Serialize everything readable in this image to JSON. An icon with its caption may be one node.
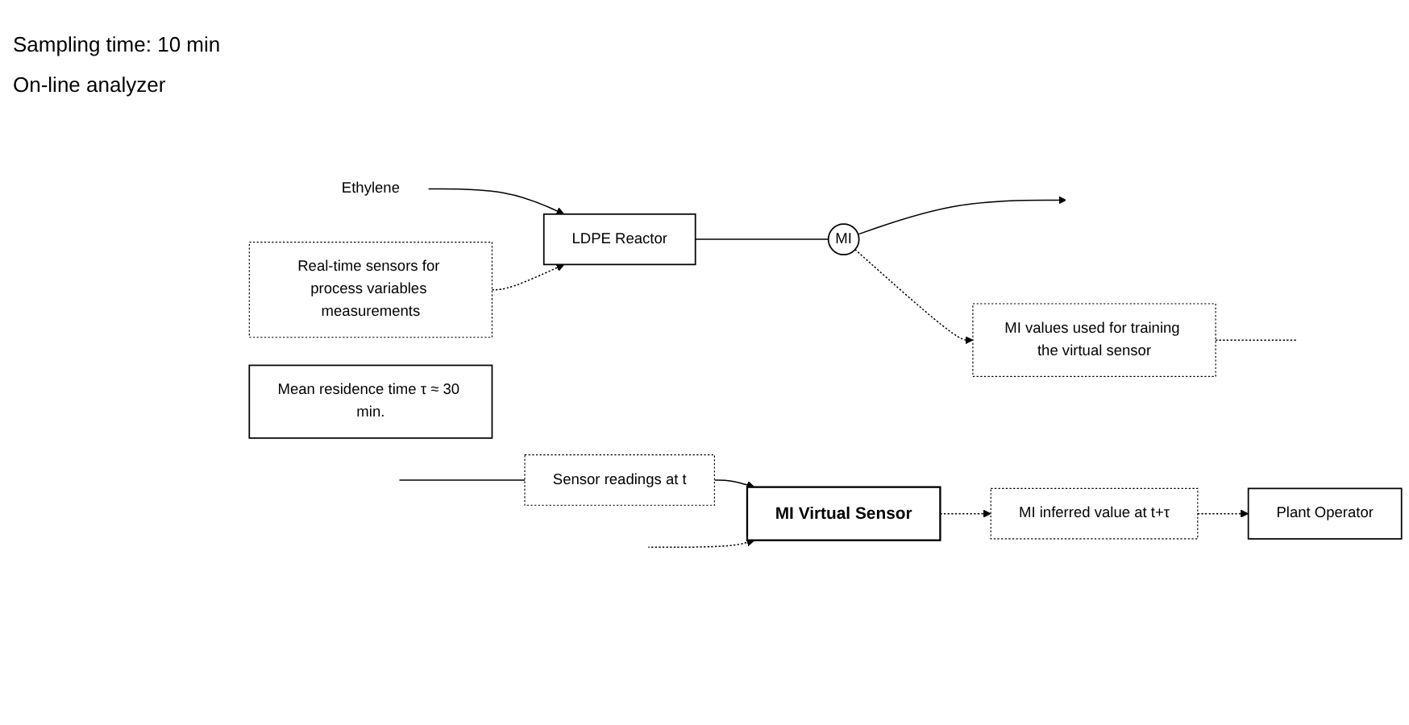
{
  "diagram": {
    "nodes": [
      {
        "text": [
          "Real-time sensors for process variables measurements"
        ]
      },
      {
        "text": [
          "Ethylene"
        ]
      },
      {
        "text": [
          "LDPE Reactor"
        ]
      },
      {
        "text": [
          "MI"
        ]
      },
      {
        "text": [
          "Mean residence time τ ≈ 30 min."
        ]
      },
      {
        "text": [
          "Sensor readings at t"
        ]
      },
      {
        "text": [
          "MI Virtual Sensor"
        ]
      },
      {
        "text": [
          "MI inferred value at t+τ"
        ]
      },
      {
        "text": [
          "Plant Operator"
        ]
      },
      {
        "text": [
          "MI values used for training the virtual sensor"
        ]
      }
    ],
    "edges": [
      {
        "from": 1,
        "to": 2,
        "arrow": "to"
      },
      {
        "from": 0,
        "to": 2,
        "arrow": "to",
        "style": "dashed"
      },
      {
        "from": 2,
        "to": 3,
        "arrow": "none"
      },
      {
        "from": 3,
        "to": null,
        "arrow": "to"
      },
      {
        "from": 3,
        "to": 9,
        "arrow": "to",
        "style": "dashed"
      },
      {
        "from": 9,
        "to": null,
        "arrow": "none",
        "style": "dashed"
      },
      {
        "from": null,
        "to": 6,
        "arrow": "to",
        "style": "dashed"
      },
      {
        "from": null,
        "to": 5,
        "arrow": "none"
      },
      {
        "from": 5,
        "to": 6,
        "arrow": "to"
      },
      {
        "from": 6,
        "to": 7,
        "arrow": "to",
        "style": "dashed"
      },
      {
        "from": 7,
        "to": 8,
        "arrow": "to",
        "style": "dashed"
      }
    ],
    "labels": [
      "Sampling time: 10 min",
      "On-line analyzer"
    ]
  }
}
